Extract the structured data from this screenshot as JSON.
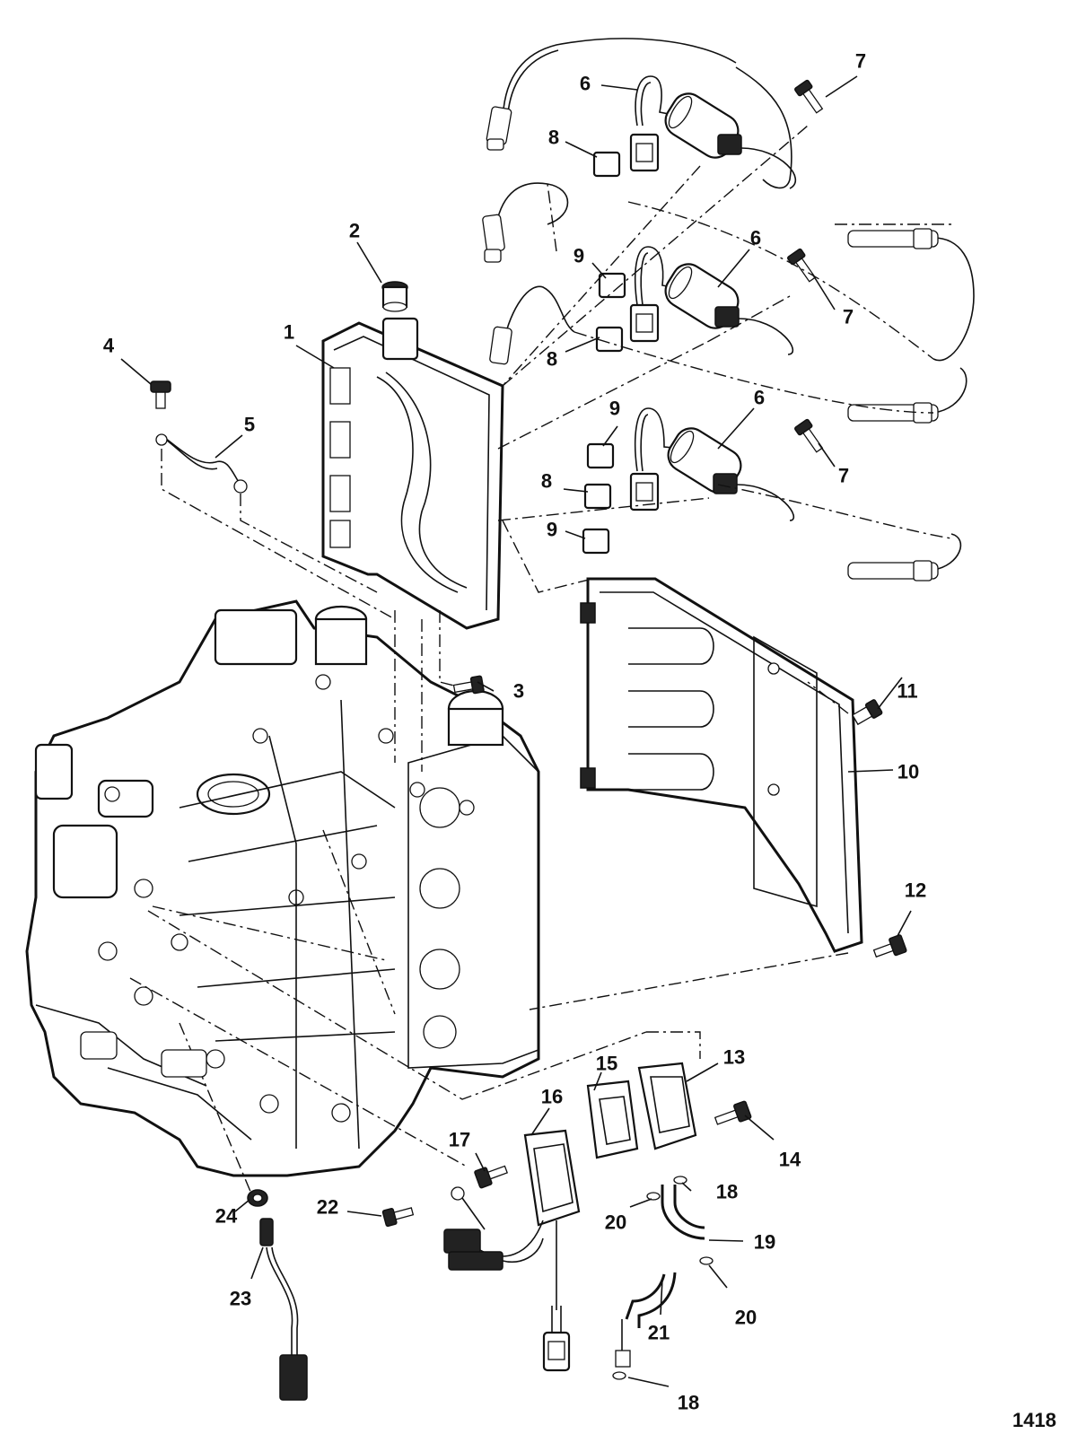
{
  "figure_number": "1418",
  "callouts": {
    "c1": "1",
    "c2": "2",
    "c3": "3",
    "c4": "4",
    "c5": "5",
    "c6a": "6",
    "c6b": "6",
    "c6c": "6",
    "c7a": "7",
    "c7b": "7",
    "c7c": "7",
    "c8a": "8",
    "c8b": "8",
    "c8c": "8",
    "c9a": "9",
    "c9b": "9",
    "c9c": "9",
    "c10": "10",
    "c11": "11",
    "c12": "12",
    "c13": "13",
    "c14": "14",
    "c15": "15",
    "c16": "16",
    "c17": "17",
    "c18a": "18",
    "c18b": "18",
    "c19": "19",
    "c20a": "20",
    "c20b": "20",
    "c21": "21",
    "c22": "22",
    "c23": "23",
    "c24": "24"
  }
}
